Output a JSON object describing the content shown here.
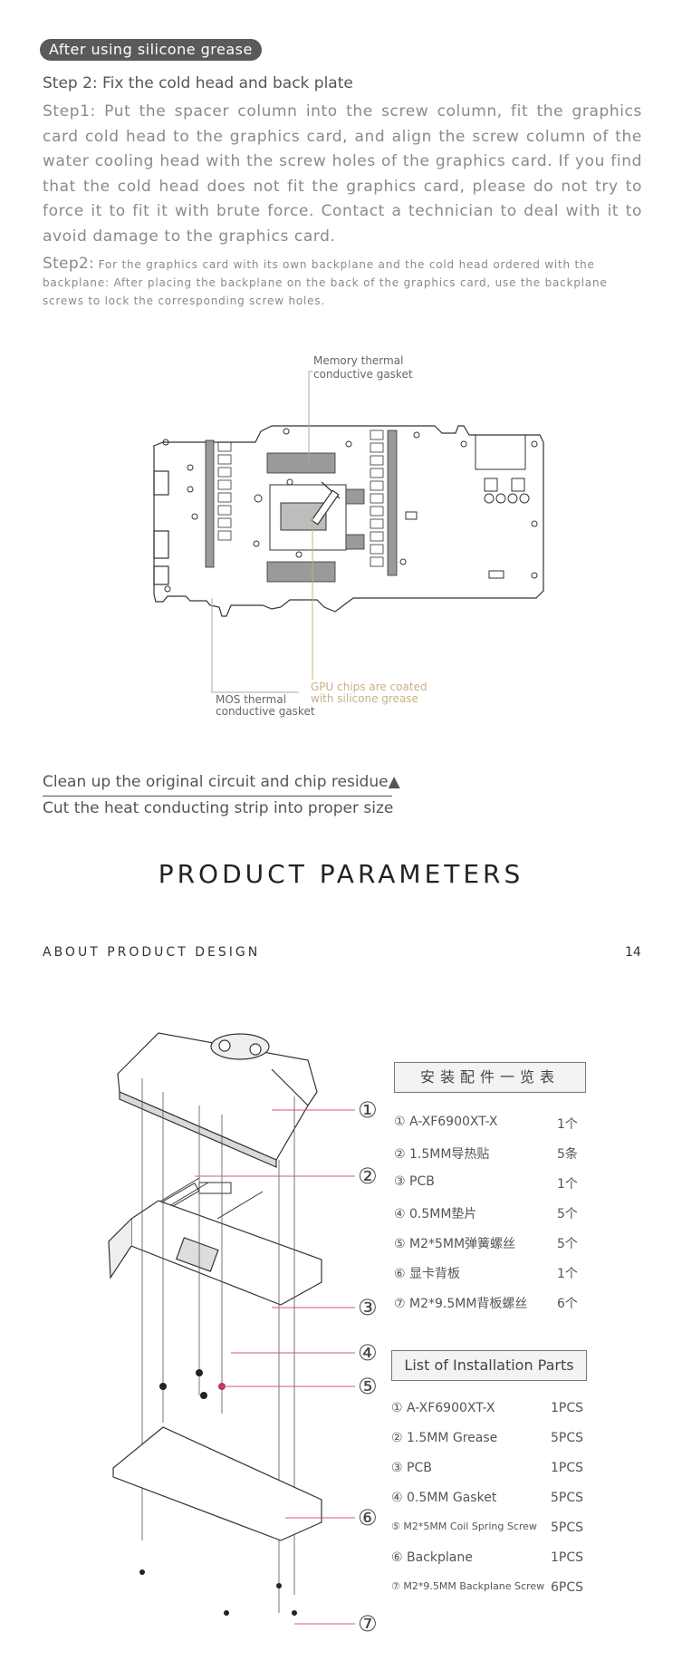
{
  "header": {
    "pill": "After using silicone grease",
    "step_heading": "Step 2: Fix the cold head and back plate",
    "step1_text": "Step1: Put the spacer column into the screw column, fit the graphics card cold head to the graphics card, and align the screw column of the water cooling head with the screw holes of the graphics card. If you find that the cold head does not fit the graphics card, please do not try to force it to fit it with brute force. Contact a technician to deal with it to avoid damage to the graphics card.",
    "step2_lead": "Step2:",
    "step2_text": " For the graphics card with its own backplane and the cold head ordered with the backplane: After placing the backplane on the back of the graphics card, use the backplane screws to lock the corresponding screw holes."
  },
  "diagram_labels": {
    "memory": "Memory thermal conductive gasket",
    "memory_l1": "Memory thermal",
    "memory_l2": "conductive gasket",
    "gpu_l1": "GPU chips are coated",
    "gpu_l2": "with silicone grease",
    "mos_l1": "MOS thermal",
    "mos_l2": "conductive gasket"
  },
  "instructions": {
    "clean": "Clean up the original circuit and chip residue▲",
    "cut": "Cut the heat conducting strip into proper size"
  },
  "section": {
    "title": "PRODUCT PARAMETERS",
    "about": "ABOUT PRODUCT DESIGN",
    "page": "14"
  },
  "parts_cn": {
    "title": "安装配件一览表",
    "items": [
      {
        "label": "① A-XF6900XT-X",
        "qty": "1个"
      },
      {
        "label": "② 1.5MM导热贴",
        "qty": "5条"
      },
      {
        "label": "③ PCB",
        "qty": "1个"
      },
      {
        "label": "④ 0.5MM垫片",
        "qty": "5个"
      },
      {
        "label": "⑤ M2*5MM弹簧螺丝",
        "qty": "5个"
      },
      {
        "label": "⑥ 显卡背板",
        "qty": "1个"
      },
      {
        "label": "⑦ M2*9.5MM背板螺丝",
        "qty": "6个"
      }
    ]
  },
  "parts_en": {
    "title": "List of Installation Parts",
    "items": [
      {
        "label": "① A-XF6900XT-X",
        "qty": "1PCS"
      },
      {
        "label": "② 1.5MM Grease",
        "qty": "5PCS"
      },
      {
        "label": "③ PCB",
        "qty": "1PCS"
      },
      {
        "label": "④ 0.5MM Gasket",
        "qty": "5PCS"
      },
      {
        "label": "⑤ M2*5MM Coil Spring Screw",
        "qty": "5PCS"
      },
      {
        "label": "⑥ Backplane",
        "qty": "1PCS"
      },
      {
        "label": "⑦ M2*9.5MM Backplane Screw",
        "qty": "6PCS"
      }
    ]
  },
  "callouts": [
    "①",
    "②",
    "③",
    "④",
    "⑤",
    "⑥",
    "⑦"
  ],
  "colors": {
    "gold": "#c9b183",
    "pink": "#d0509a",
    "gray_line": "#aaaaaa"
  }
}
